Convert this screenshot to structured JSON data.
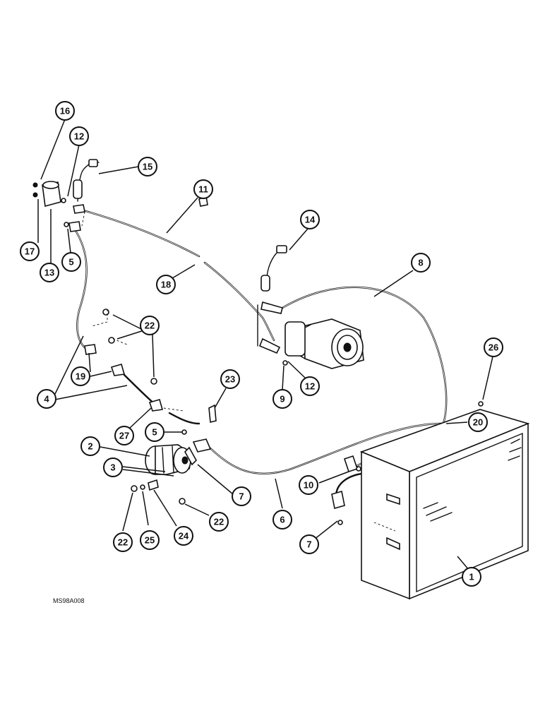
{
  "figure_code": "MS98A008",
  "callouts": [
    {
      "id": "c16",
      "label": "16"
    },
    {
      "id": "c12a",
      "label": "12"
    },
    {
      "id": "c15",
      "label": "15"
    },
    {
      "id": "c11",
      "label": "11"
    },
    {
      "id": "c17",
      "label": "17"
    },
    {
      "id": "c13",
      "label": "13"
    },
    {
      "id": "c5a",
      "label": "5"
    },
    {
      "id": "c14",
      "label": "14"
    },
    {
      "id": "c8",
      "label": "8"
    },
    {
      "id": "c18",
      "label": "18"
    },
    {
      "id": "c22a",
      "label": "22"
    },
    {
      "id": "c26",
      "label": "26"
    },
    {
      "id": "c19",
      "label": "19"
    },
    {
      "id": "c4",
      "label": "4"
    },
    {
      "id": "c9",
      "label": "9"
    },
    {
      "id": "c12b",
      "label": "12"
    },
    {
      "id": "c23",
      "label": "23"
    },
    {
      "id": "c20",
      "label": "20"
    },
    {
      "id": "c27",
      "label": "27"
    },
    {
      "id": "c5b",
      "label": "5"
    },
    {
      "id": "c2",
      "label": "2"
    },
    {
      "id": "c3",
      "label": "3"
    },
    {
      "id": "c7a",
      "label": "7"
    },
    {
      "id": "c10",
      "label": "10"
    },
    {
      "id": "c22b",
      "label": "22"
    },
    {
      "id": "c6",
      "label": "6"
    },
    {
      "id": "c7b",
      "label": "7"
    },
    {
      "id": "c22c",
      "label": "22"
    },
    {
      "id": "c25",
      "label": "25"
    },
    {
      "id": "c24",
      "label": "24"
    },
    {
      "id": "c1",
      "label": "1"
    }
  ]
}
